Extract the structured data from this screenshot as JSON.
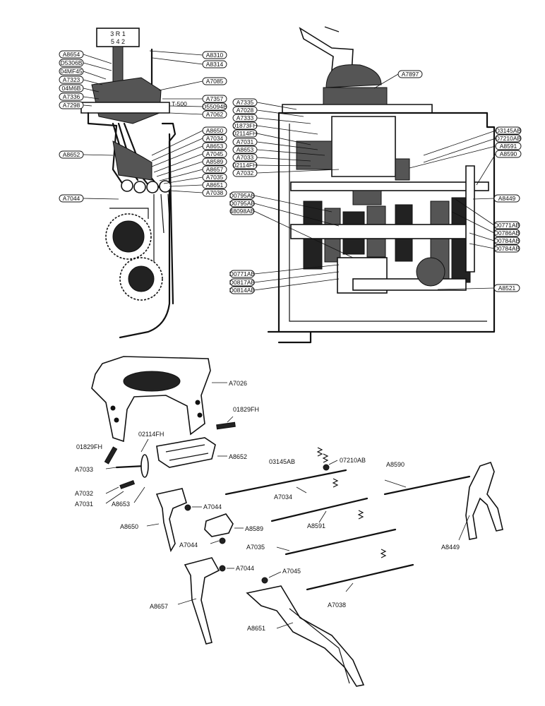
{
  "side_view": {
    "shift_quadrant_marks": [
      "3 R 1",
      "5 4 2"
    ],
    "labels_left": [
      "A8654",
      "D5306B",
      "04MF45",
      "A7323",
      "04M6B",
      "A7336",
      "A7298",
      "A8652",
      "A7044"
    ],
    "labels_right": [
      "A8310",
      "A8314",
      "A7085",
      "A7357",
      "T-500",
      "D55094B",
      "A7062",
      "A8650",
      "A7034",
      "A8653",
      "A7045",
      "A8589",
      "A8657",
      "A7035",
      "A8651",
      "A7038"
    ]
  },
  "section_view": {
    "labels_left": [
      "A7335",
      "A7028",
      "A7333",
      "01873FH",
      "02114FH",
      "A7031",
      "A8653",
      "A7033",
      "02114FH",
      "A7032",
      "D0795AB",
      "D0795AB",
      "48098AB",
      "D0771AB",
      "D0817AB",
      "D0814AB"
    ],
    "labels_right": [
      "A7897",
      "D3145AB",
      "D7210AB",
      "A8591",
      "A8590",
      "A8449",
      "D0771AB",
      "D0786AB",
      "D0784AB",
      "D0784AB",
      "A8521"
    ]
  },
  "exploded_view": {
    "parts": [
      {
        "id": "a7026",
        "label": "A7026"
      },
      {
        "id": "pin-top",
        "label": "01829FH"
      },
      {
        "id": "pin-mid",
        "label": "02114FH"
      },
      {
        "id": "pin-left",
        "label": "01829FH"
      },
      {
        "id": "a7033",
        "label": "A7033"
      },
      {
        "id": "a8652",
        "label": "A8652"
      },
      {
        "id": "a7032",
        "label": "A7032"
      },
      {
        "id": "a7031",
        "label": "A7031"
      },
      {
        "id": "a8653",
        "label": "A8653"
      },
      {
        "id": "d3145",
        "label": "03145AB"
      },
      {
        "id": "d7210",
        "label": "07210AB"
      },
      {
        "id": "a8590",
        "label": "A8590"
      },
      {
        "id": "a7034",
        "label": "A7034"
      },
      {
        "id": "a8650",
        "label": "A8650"
      },
      {
        "id": "a7044a",
        "label": "A7044"
      },
      {
        "id": "a8589",
        "label": "A8589"
      },
      {
        "id": "a8591",
        "label": "A8591"
      },
      {
        "id": "a7044b",
        "label": "A7044"
      },
      {
        "id": "a8449",
        "label": "A8449"
      },
      {
        "id": "a7035",
        "label": "A7035"
      },
      {
        "id": "a7044c",
        "label": "A7044"
      },
      {
        "id": "a7045",
        "label": "A7045"
      },
      {
        "id": "a8657",
        "label": "A8657"
      },
      {
        "id": "a7038",
        "label": "A7038"
      },
      {
        "id": "a8651",
        "label": "A8651"
      }
    ]
  }
}
